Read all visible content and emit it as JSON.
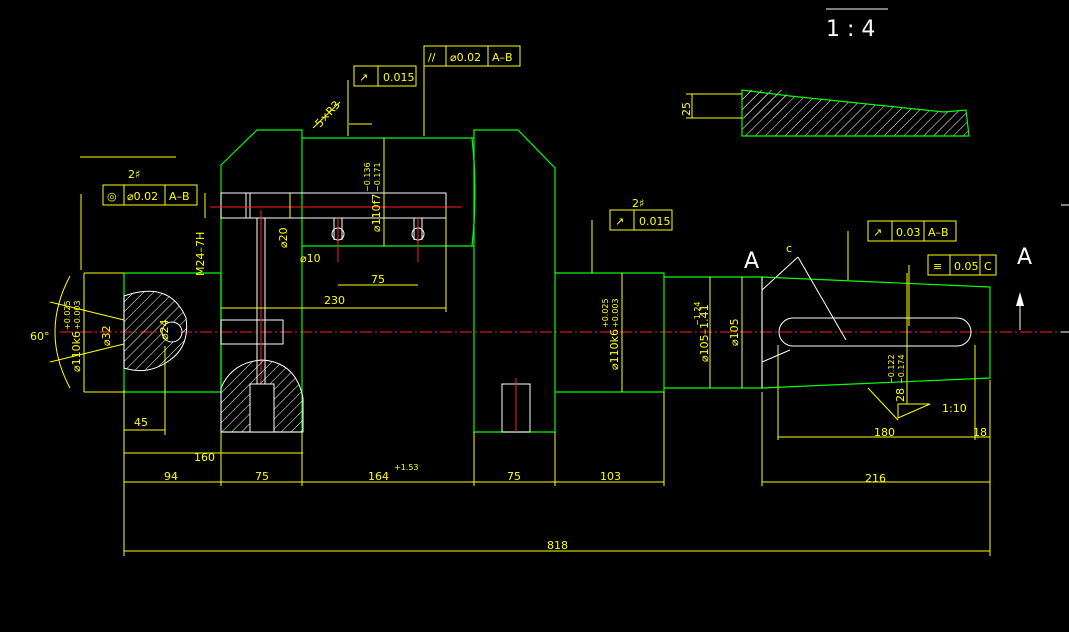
{
  "drawing": {
    "scale": "1 : 4",
    "section_mark": "A",
    "roughness_mark": "2♯"
  },
  "tolerance_frames": {
    "parallel": {
      "symbol": "//",
      "value": "⌀0.02",
      "datum": "A–B"
    },
    "runout_top": {
      "symbol": "↗",
      "value": "0.015"
    },
    "runout_mid": {
      "symbol": "↗",
      "value": "0.015"
    },
    "coaxial": {
      "symbol": "◎",
      "value": "⌀0.02",
      "datum": "A–B"
    },
    "runout_taper": {
      "symbol": "↗",
      "value": "0.03",
      "datum": "A–B"
    },
    "symmetry": {
      "symbol": "≡",
      "value": "0.05",
      "datum": "C"
    }
  },
  "dimensions": {
    "chamfer": "5×R3",
    "thread": "M24–7H",
    "d20": "⌀20",
    "d10": "⌀10",
    "d24": "⌀24",
    "d32": "⌀32",
    "d110f7": "⌀110f7",
    "d110f7_upper": "−0.136",
    "d110f7_lower": "−0.171",
    "d110k6_left": "⌀110k6",
    "d110k6_left_upper": "+0.025",
    "d110k6_left_lower": "+0.003",
    "d110k6_mid": "⌀110k6",
    "d110k6_mid_upper": "+0.025",
    "d110k6_mid_lower": "+0.003",
    "d105": "⌀105",
    "d105_tol": "⌀105–1.41",
    "d105_tol_upper": "−1.24",
    "keyway_depth": "28",
    "keyway_depth_upper": "−0.122",
    "keyway_depth_lower": "−0.174",
    "taper": "1:10",
    "angle": "60°",
    "len_75_inner": "75",
    "len_230": "230",
    "len_45": "45",
    "len_160": "160",
    "len_94": "94",
    "len_75_a": "75",
    "len_164": "164",
    "len_164_tol": "+1.53",
    "len_75_b": "75",
    "len_103": "103",
    "len_216": "216",
    "len_180": "180",
    "len_18": "18",
    "len_818": "818",
    "len_25": "25",
    "len_c": "c"
  }
}
